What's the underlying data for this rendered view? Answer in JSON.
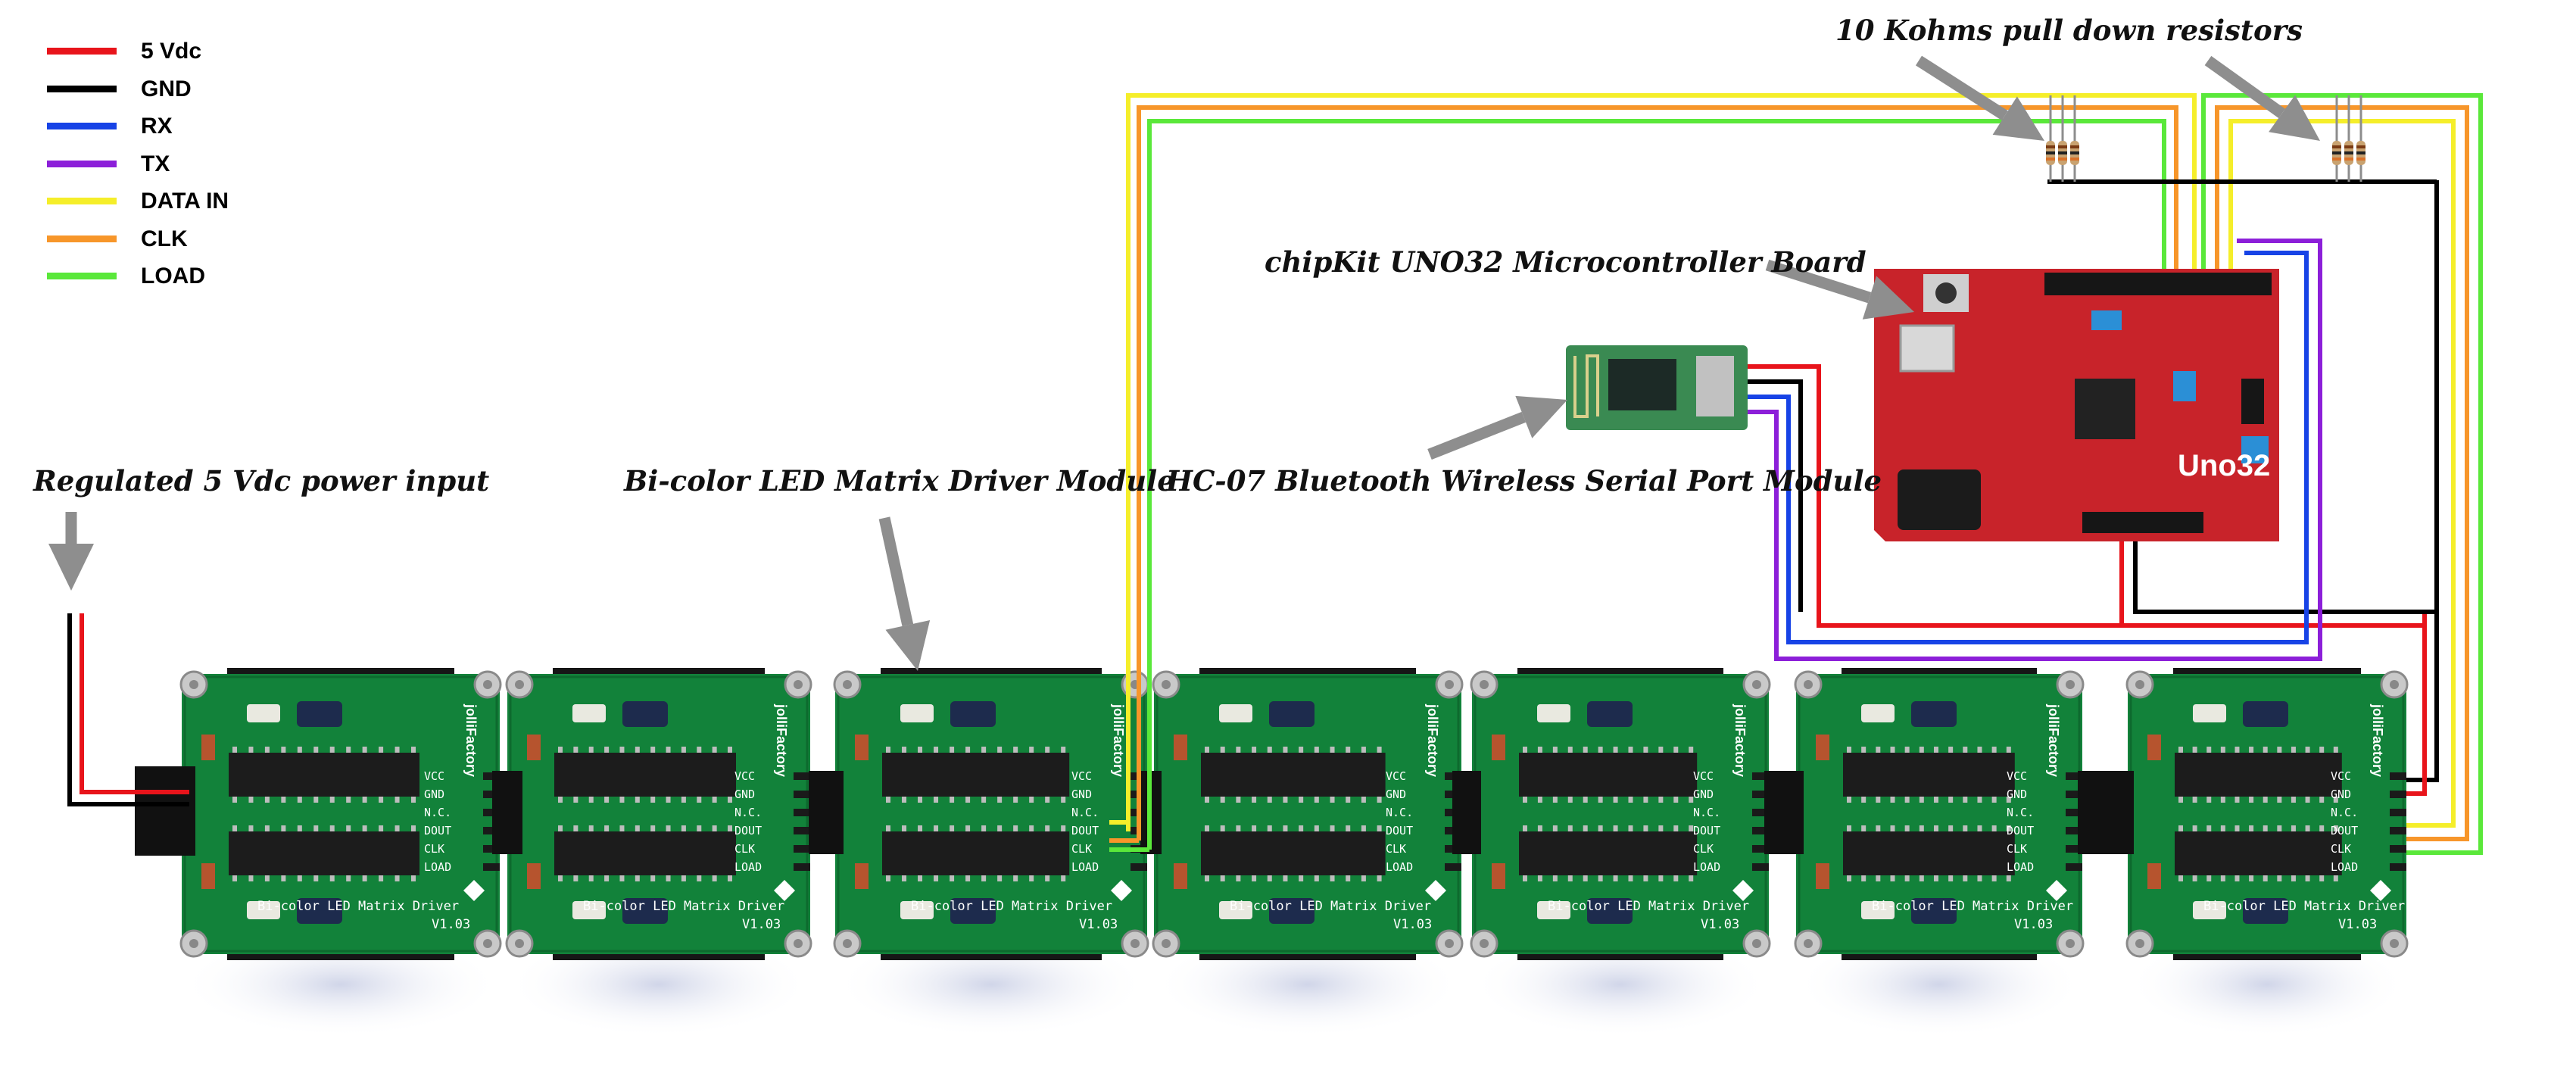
{
  "legend": {
    "items": [
      {
        "label": "5 Vdc",
        "color": "#e8141b"
      },
      {
        "label": "GND",
        "color": "#000000"
      },
      {
        "label": "RX",
        "color": "#1743e6"
      },
      {
        "label": "TX",
        "color": "#8c1fd9"
      },
      {
        "label": "DATA IN",
        "color": "#f5ee2a"
      },
      {
        "label": "CLK",
        "color": "#f7962a"
      },
      {
        "label": "LOAD",
        "color": "#5ae83a"
      }
    ]
  },
  "callouts": {
    "resistors": "10 Kohms pull down resistors",
    "microcontroller": "chipKit UNO32 Microcontroller Board",
    "power": "Regulated 5 Vdc power input",
    "driver": "Bi-color LED Matrix Driver Module",
    "bluetooth": "HC-07 Bluetooth Wireless Serial Port Module"
  },
  "driver_module": {
    "title": "Bi-color LED Matrix Driver",
    "version": "V1.03",
    "pins": [
      "VCC",
      "GND",
      "N.C.",
      "DOUT",
      "CLK",
      "LOAD"
    ],
    "brand": "jolliFactory"
  },
  "uno_board": {
    "logo": "Uno32"
  },
  "colors": {
    "pcb_green": "#12823a",
    "pcb_red": "#c8232a",
    "header_black": "#161616"
  }
}
